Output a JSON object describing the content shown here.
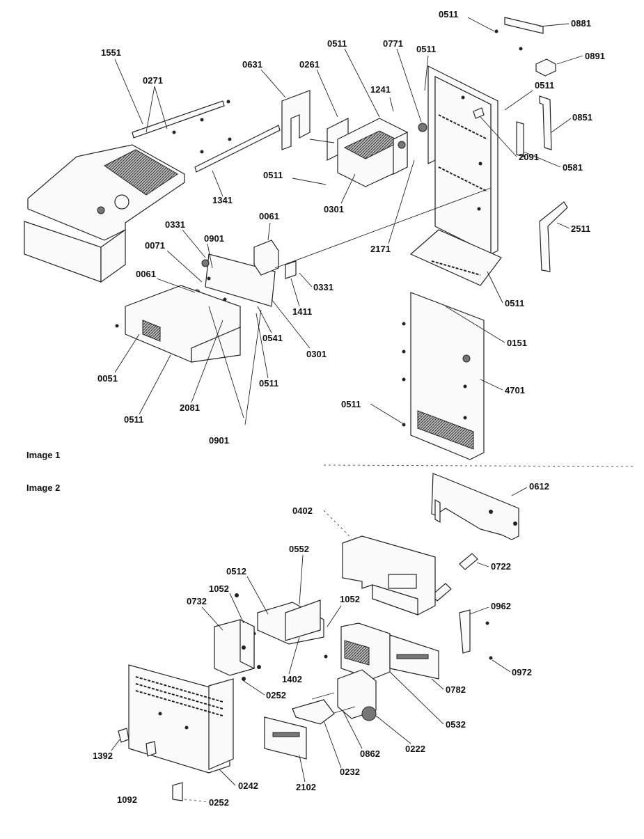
{
  "image_labels": {
    "image1": "Image 1",
    "image2": "Image 2"
  },
  "callouts": {
    "image1": [
      "1551",
      "0271",
      "1341",
      "0631",
      "0261",
      "0511",
      "0771",
      "1241",
      "0881",
      "0891",
      "0851",
      "0581",
      "2091",
      "2511",
      "2171",
      "0301",
      "0061",
      "0331",
      "0901",
      "0071",
      "1411",
      "0541",
      "0051",
      "2081",
      "4701",
      "0151"
    ],
    "image2": [
      "0612",
      "0402",
      "0722",
      "0552",
      "0512",
      "1052",
      "0732",
      "0962",
      "0972",
      "1402",
      "0252",
      "0782",
      "0532",
      "1392",
      "0862",
      "0222",
      "0232",
      "2102",
      "0242",
      "1092"
    ]
  }
}
